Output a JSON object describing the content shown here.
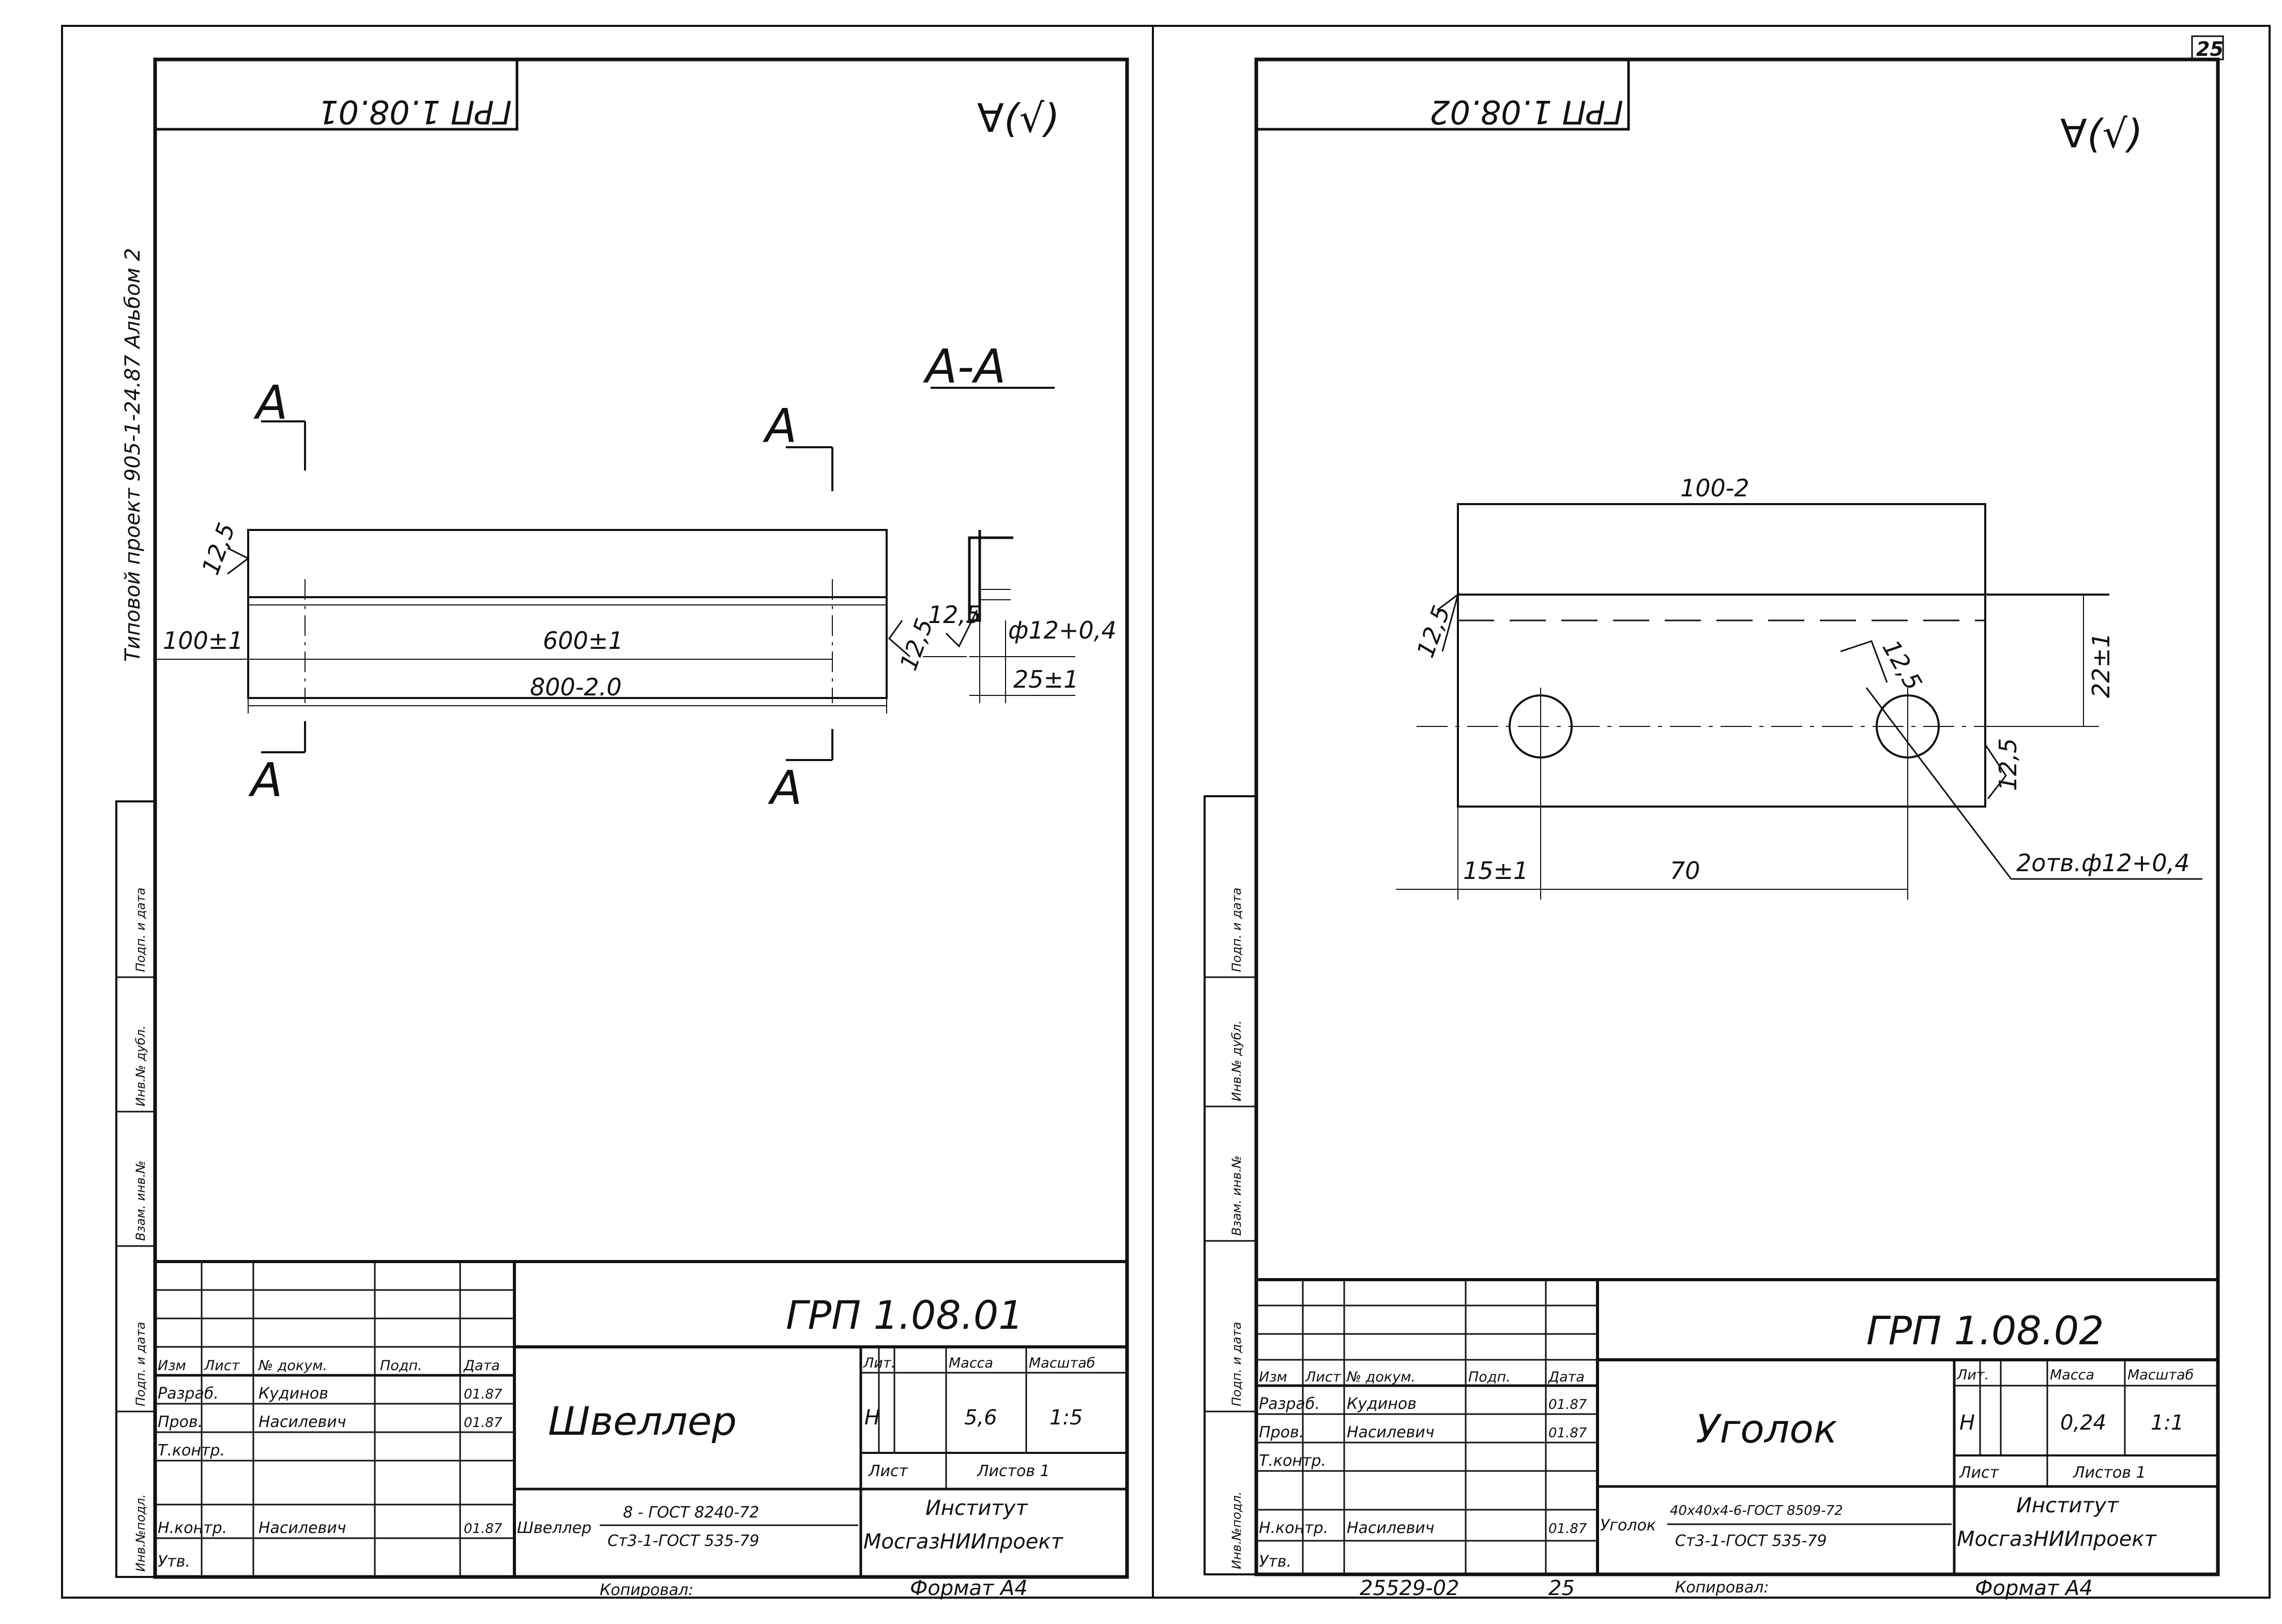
{
  "side_note": {
    "text": "Типовой проект 905-1-24.87 Альбом 2"
  },
  "sheet_corner": "25",
  "left_sheet": {
    "rotated_code": "ГРП 1.08.01",
    "roughness": "∀(√)",
    "section_label": "А-А",
    "cut_mark_a": "А",
    "dims": {
      "d12_5": "12,5",
      "d100": "100±1",
      "d600": "600±1",
      "d800": "800-2.0",
      "s12_5a": "12,5",
      "s12_5b": "12,5",
      "s_hole": "ф12+0,4",
      "s25": "25±1"
    },
    "title_block": {
      "code": "ГРП 1.08.01",
      "name": "Швеллер",
      "col_headers": [
        "Изм",
        "Лист",
        "№ докум.",
        "Подп.",
        "Дата"
      ],
      "rows": [
        {
          "role": "Разраб.",
          "name": "Кудинов",
          "date": "01.87"
        },
        {
          "role": "Пров.",
          "name": "Насилевич",
          "date": "01.87"
        },
        {
          "role": "Т.контр.",
          "name": "",
          "date": ""
        },
        {
          "role": "Н.контр.",
          "name": "Насилевич",
          "date": "01.87"
        },
        {
          "role": "Утв.",
          "name": "",
          "date": ""
        }
      ],
      "lit_label": "Лит.",
      "mass_label": "Масса",
      "scale_label": "Масштаб",
      "lit_value": "Н",
      "mass_value": "5,6",
      "scale_value": "1:5",
      "sheet_label": "Лист",
      "sheets_label": "Листов 1",
      "material_prefix": "Швеллер",
      "material_top": "8 - ГОСТ 8240-72",
      "material_bottom": "Ст3-1-ГОСТ 535-79",
      "org_line1": "Институт",
      "org_line2": "МосгазНИИпроект",
      "copied": "Копировал:",
      "format": "Формат А4"
    },
    "side_stamp": [
      "Инв.№подл.",
      "Подп. и дата",
      "Взам. инв.№",
      "Инв.№ дубл.",
      "Подп. и дата"
    ]
  },
  "right_sheet": {
    "rotated_code": "ГРП 1.08.02",
    "roughness": "∀(√)",
    "dims": {
      "d100": "100-2",
      "d12_5": "12,5",
      "d22": "22±1",
      "d12_5b": "12,5",
      "d12_5c": "12,5",
      "d15": "15±1",
      "d70": "70",
      "holes": "2отв.ф12+0,4"
    },
    "title_block": {
      "code": "ГРП 1.08.02",
      "name": "Уголок",
      "col_headers": [
        "Изм",
        "Лист",
        "№ докум.",
        "Подп.",
        "Дата"
      ],
      "rows": [
        {
          "role": "Разраб.",
          "name": "Кудинов",
          "date": "01.87"
        },
        {
          "role": "Пров.",
          "name": "Насилевич",
          "date": "01.87"
        },
        {
          "role": "Т.контр.",
          "name": "",
          "date": ""
        },
        {
          "role": "Н.контр.",
          "name": "Насилевич",
          "date": "01.87"
        },
        {
          "role": "Утв.",
          "name": "",
          "date": ""
        }
      ],
      "lit_label": "Лит.",
      "mass_label": "Масса",
      "scale_label": "Масштаб",
      "lit_value": "Н",
      "mass_value": "0,24",
      "scale_value": "1:1",
      "sheet_label": "Лист",
      "sheets_label": "Листов 1",
      "material_prefix": "Уголок",
      "material_top": "40х40х4-6-ГОСТ 8509-72",
      "material_bottom": "Ст3-1-ГОСТ 535-79",
      "org_line1": "Институт",
      "org_line2": "МосгазНИИпроект",
      "doc_number": "25529-02",
      "page_number": "25",
      "copied": "Копировал:",
      "format": "Формат А4"
    },
    "side_stamp": [
      "Инв.№подл.",
      "Подп. и дата",
      "Взам. инв.№",
      "Инв.№ дубл.",
      "Подп. и дата"
    ]
  }
}
